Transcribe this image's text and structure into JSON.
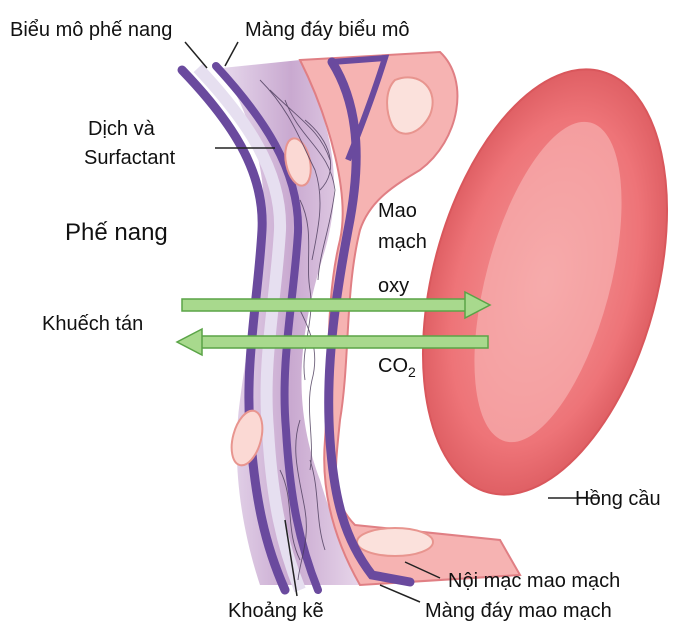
{
  "labels": {
    "alveolar_epithelium": "Biểu mô phế nang",
    "epithelial_basement_membrane": "Màng đáy biểu mô",
    "fluid_line1": "Dịch và",
    "fluid_line2": "Surfactant",
    "alveolus": "Phế nang",
    "capillary_line1": "Mao",
    "capillary_line2": "mạch",
    "oxygen": "oxy",
    "diffusion": "Khuếch tán",
    "co2_main": "CO",
    "co2_sub": "2",
    "red_blood_cell": "Hồng cầu",
    "capillary_endothelium": "Nội mạc mao mạch",
    "interstitium": "Khoảng kẽ",
    "capillary_basement_membrane": "Màng đáy mao mạch"
  },
  "colors": {
    "purple": "#6a4a9e",
    "lavender": "#dcd2ea",
    "interstitium": "#c8a8cf",
    "capillary_pink": "#f3a6a6",
    "capillary_edge": "#e07f84",
    "rbc": "#ec6a6e",
    "rbc_light": "#f7b4b3",
    "arrow_green": "#a8d98d",
    "arrow_edge": "#5aa447"
  }
}
